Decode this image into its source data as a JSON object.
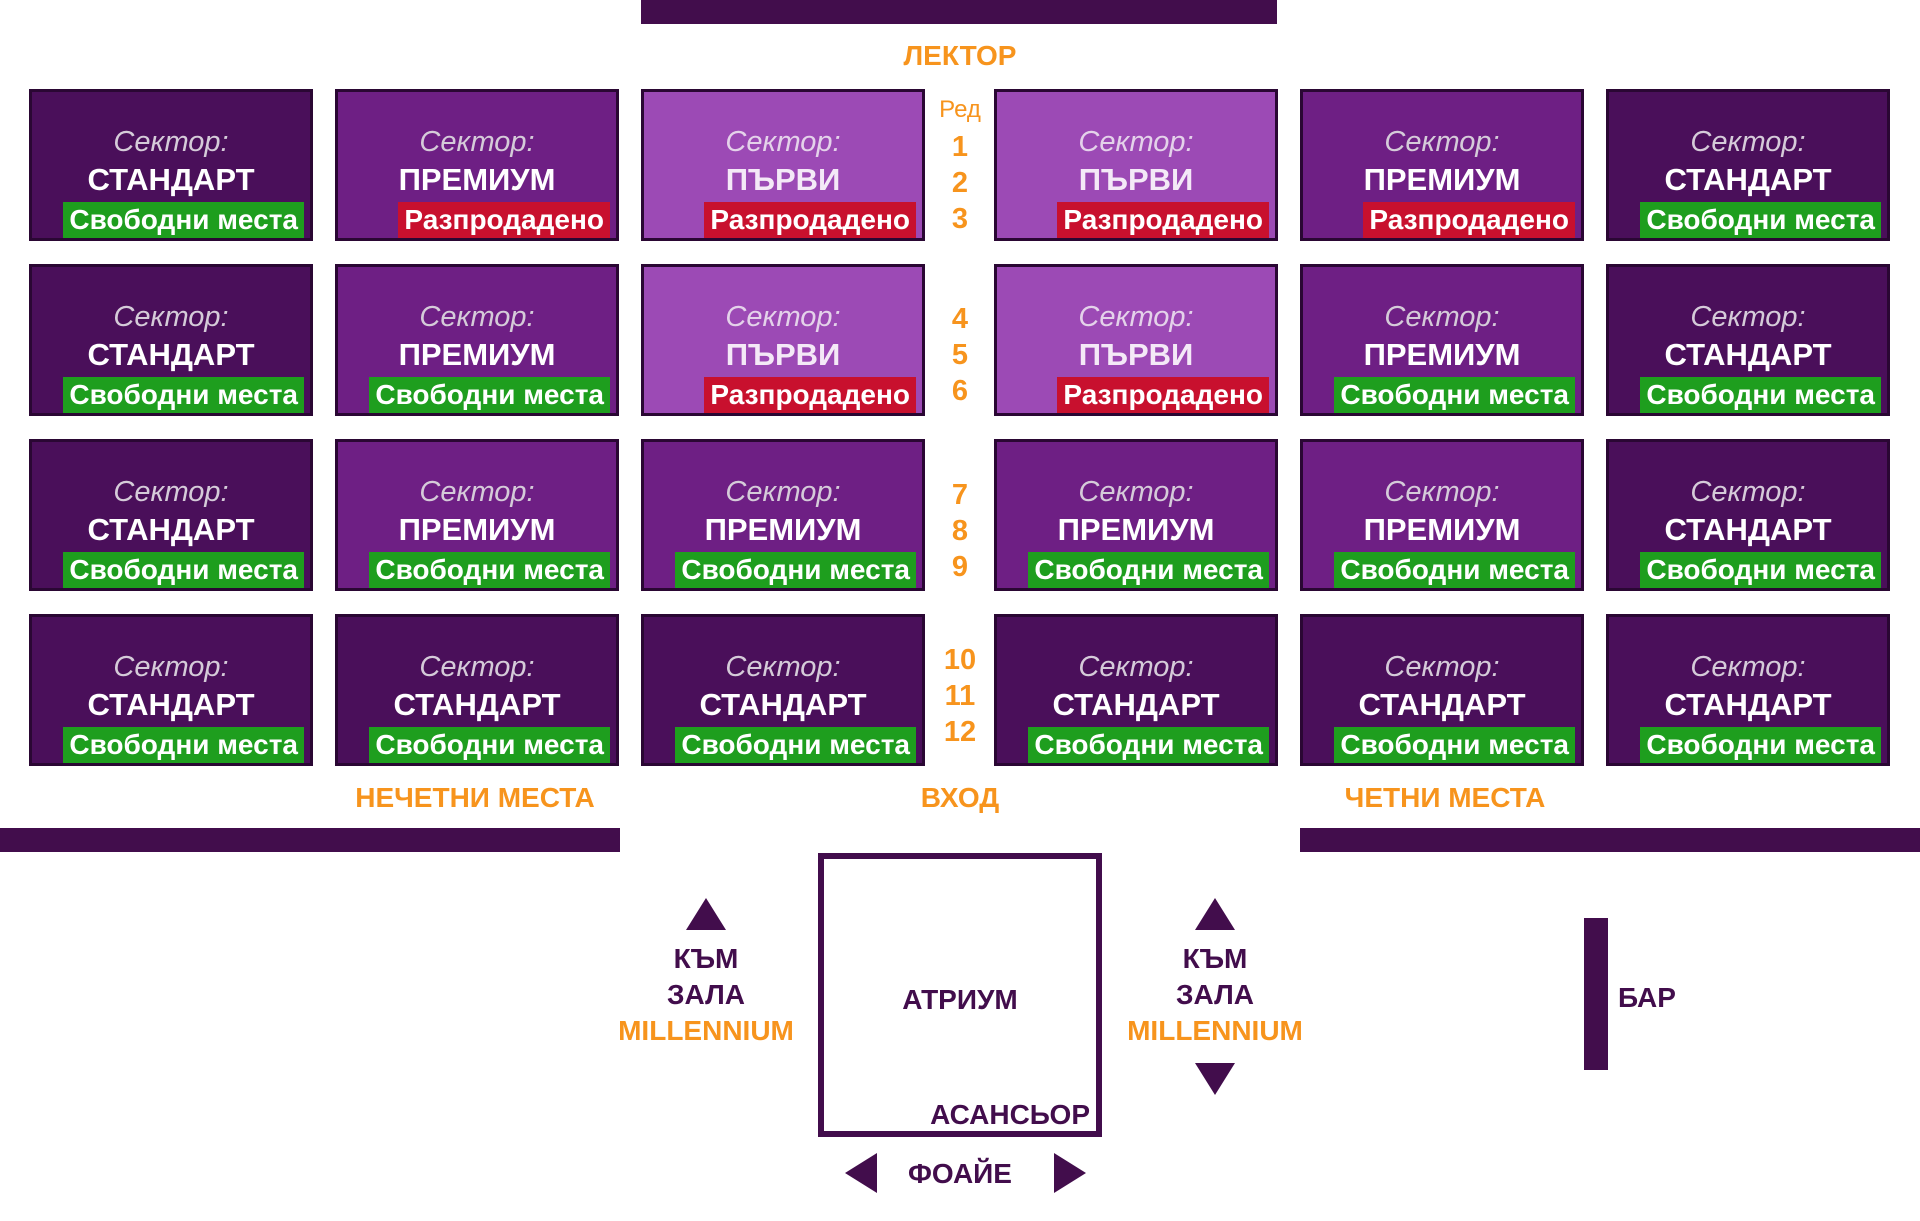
{
  "labels": {
    "lecturer": "ЛЕКТОР",
    "odd_seats": "НЕЧЕТНИ МЕСТА",
    "entrance": "ВХОД",
    "even_seats": "ЧЕТНИ МЕСТА",
    "row_title": "Ред",
    "to_hall_1": "КЪМ",
    "to_hall_2": "ЗАЛА",
    "millennium": "MILLENNIUM",
    "atrium": "АТРИУМ",
    "elevator": "АСАНСЬОР",
    "foyer": "ФОАЙЕ",
    "bar": "БАР"
  },
  "rows": [
    "1",
    "2",
    "3",
    "4",
    "5",
    "6",
    "7",
    "8",
    "9",
    "10",
    "11",
    "12"
  ],
  "sector_label": "Сектор:",
  "sectors": [
    [
      {
        "name": "СТАНДАРТ",
        "type": "std",
        "status": "Свободни места",
        "state": "free"
      },
      {
        "name": "ПРЕМИУМ",
        "type": "prem",
        "status": "Разпродадено",
        "state": "sold"
      },
      {
        "name": "ПЪРВИ",
        "type": "first",
        "status": "Разпродадено",
        "state": "sold"
      },
      {
        "name": "ПЪРВИ",
        "type": "first",
        "status": "Разпродадено",
        "state": "sold"
      },
      {
        "name": "ПРЕМИУМ",
        "type": "prem",
        "status": "Разпродадено",
        "state": "sold"
      },
      {
        "name": "СТАНДАРТ",
        "type": "std",
        "status": "Свободни места",
        "state": "free"
      }
    ],
    [
      {
        "name": "СТАНДАРТ",
        "type": "std",
        "status": "Свободни места",
        "state": "free"
      },
      {
        "name": "ПРЕМИУМ",
        "type": "prem",
        "status": "Свободни места",
        "state": "free"
      },
      {
        "name": "ПЪРВИ",
        "type": "first",
        "status": "Разпродадено",
        "state": "sold"
      },
      {
        "name": "ПЪРВИ",
        "type": "first",
        "status": "Разпродадено",
        "state": "sold"
      },
      {
        "name": "ПРЕМИУМ",
        "type": "prem",
        "status": "Свободни места",
        "state": "free"
      },
      {
        "name": "СТАНДАРТ",
        "type": "std",
        "status": "Свободни места",
        "state": "free"
      }
    ],
    [
      {
        "name": "СТАНДАРТ",
        "type": "std",
        "status": "Свободни места",
        "state": "free"
      },
      {
        "name": "ПРЕМИУМ",
        "type": "prem",
        "status": "Свободни места",
        "state": "free"
      },
      {
        "name": "ПРЕМИУМ",
        "type": "prem",
        "status": "Свободни места",
        "state": "free"
      },
      {
        "name": "ПРЕМИУМ",
        "type": "prem",
        "status": "Свободни места",
        "state": "free"
      },
      {
        "name": "ПРЕМИУМ",
        "type": "prem",
        "status": "Свободни места",
        "state": "free"
      },
      {
        "name": "СТАНДАРТ",
        "type": "std",
        "status": "Свободни места",
        "state": "free"
      }
    ],
    [
      {
        "name": "СТАНДАРТ",
        "type": "std",
        "status": "Свободни места",
        "state": "free"
      },
      {
        "name": "СТАНДАРТ",
        "type": "std",
        "status": "Свободни места",
        "state": "free"
      },
      {
        "name": "СТАНДАРТ",
        "type": "std",
        "status": "Свободни места",
        "state": "free"
      },
      {
        "name": "СТАНДАРТ",
        "type": "std",
        "status": "Свободни места",
        "state": "free"
      },
      {
        "name": "СТАНДАРТ",
        "type": "std",
        "status": "Свободни места",
        "state": "free"
      },
      {
        "name": "СТАНДАРТ",
        "type": "std",
        "status": "Свободни места",
        "state": "free"
      }
    ]
  ],
  "colors": {
    "brand_purple": "#420d4c",
    "accent_orange": "#f7941d",
    "standard": "#4a0f5a",
    "premium": "#6e1f84",
    "first": "#9c4ab5",
    "free_green": "#1e9e1e",
    "sold_red": "#c8102e"
  }
}
